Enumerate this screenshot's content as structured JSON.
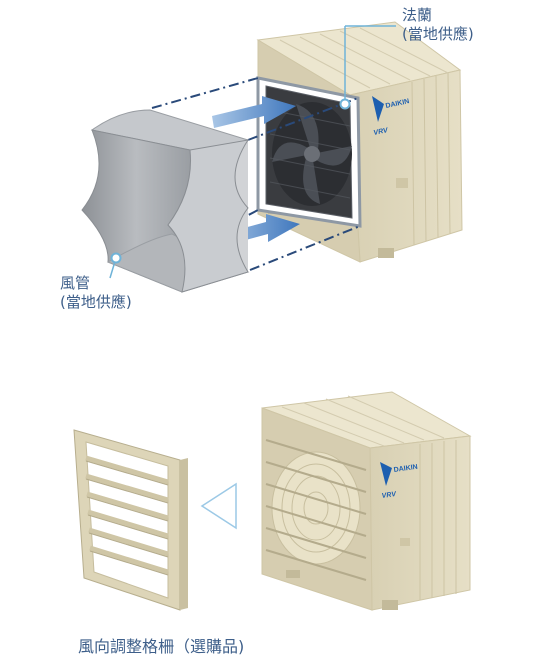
{
  "labels": {
    "flange": {
      "line1": "法蘭",
      "line2": "(當地供應)"
    },
    "duct": {
      "line1": "風管",
      "line2": "(當地供應)"
    },
    "grille": "風向調整格柵（選購品)"
  },
  "brand": {
    "name": "DAIKIN",
    "model": "VRV"
  },
  "colors": {
    "label_text": "#3e5f8a",
    "leader_line": "#6fb3d8",
    "unit_body": "#e0d8bc",
    "duct": "#a9acb0",
    "arrow": "#4f83c2",
    "flange_frame": "#8e98a4",
    "dashed_guides": "#2a4a7a",
    "logo_blue": "#1d5fb0"
  }
}
